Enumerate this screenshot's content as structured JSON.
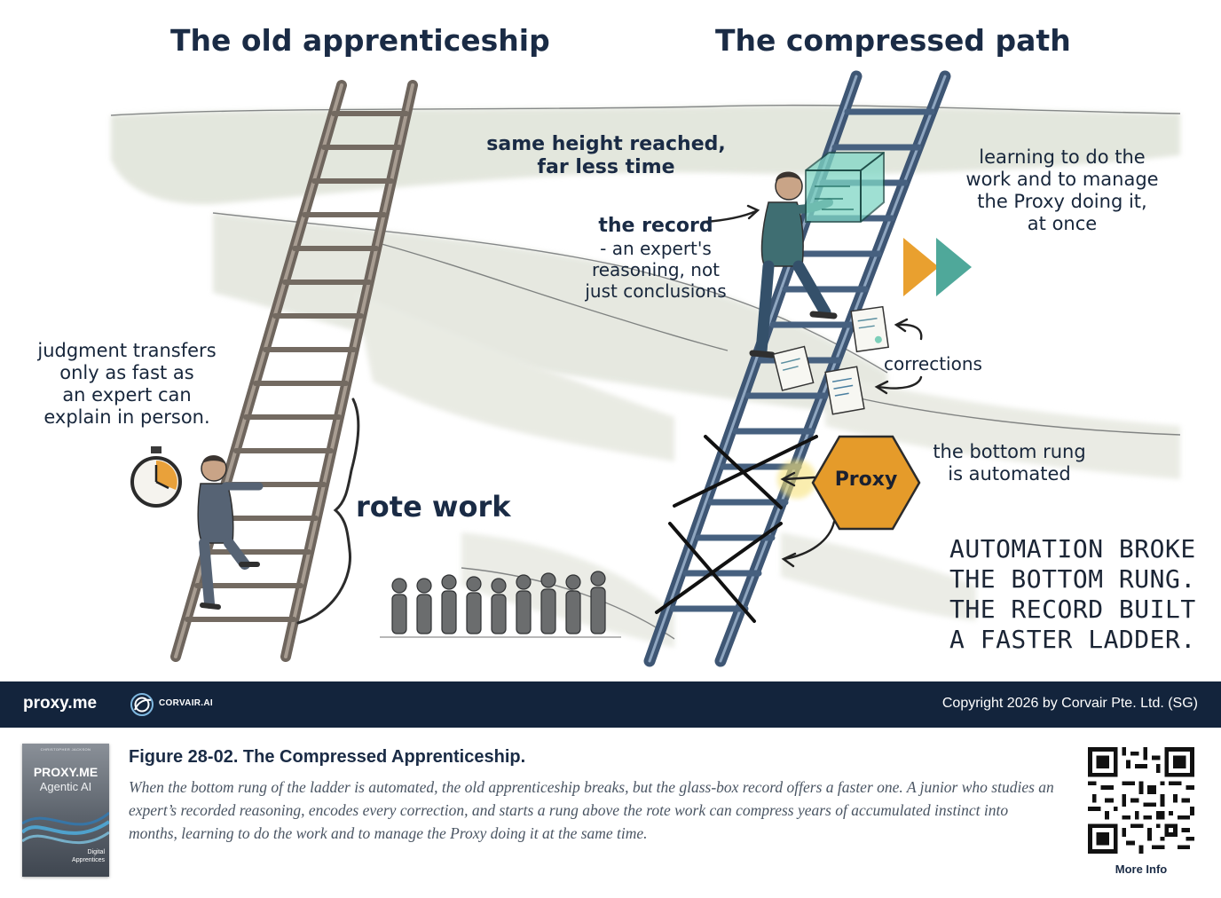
{
  "illustration": {
    "left_heading": "The old apprenticeship",
    "right_heading": "The compressed path",
    "left_note": "judgment transfers\nonly as fast as\nan expert can\nexplain in person.",
    "rote_work_label": "rote work",
    "same_height_note": "same height reached,\nfar less time",
    "record_heading": "the record",
    "record_body": "- an expert's\nreasoning, not\njust conclusions",
    "learning_note": "learning to do the\nwork and to manage\nthe Proxy doing it,\nat once",
    "corrections_label": "corrections",
    "proxy_badge": "Proxy",
    "bottom_rung_note": "the bottom rung\nis automated",
    "automation_statement": "AUTOMATION BROKE\nTHE BOTTOM RUNG.\nTHE RECORD BUILT\nA FASTER LADDER.",
    "colors": {
      "heading_navy": "#1a2b45",
      "old_ladder_brown": "#7a6e64",
      "new_ladder_blue": "#3f5877",
      "record_cube_teal": "#6fcfbd",
      "proxy_hexagon_orange": "#e59b2a",
      "fast_forward_orange": "#e9a02f",
      "fast_forward_teal": "#4fa89a",
      "cloud_wash": "#d9ddd0"
    }
  },
  "footer": {
    "brand": "proxy.me",
    "partner": "CORVAIR.AI",
    "copyright": "Copyright 2026 by Corvair Pte. Ltd. (SG)"
  },
  "book": {
    "author": "CHRISTOPHER JACKSON",
    "title": "PROXY.ME",
    "subtitle": "Agentic AI",
    "series": "Digital\nApprentices"
  },
  "figure": {
    "title": "Figure 28-02. The Compressed Apprenticeship.",
    "caption": "When the bottom rung of the ladder is automated, the old apprenticeship breaks, but the glass-box record offers a faster one. A junior who studies an expert’s recorded reasoning, encodes every correction, and starts a rung above the rote work can compress years of accumulated instinct into months, learning to do the work and to manage the Proxy doing it at the same time."
  },
  "qr": {
    "label": "More Info"
  }
}
